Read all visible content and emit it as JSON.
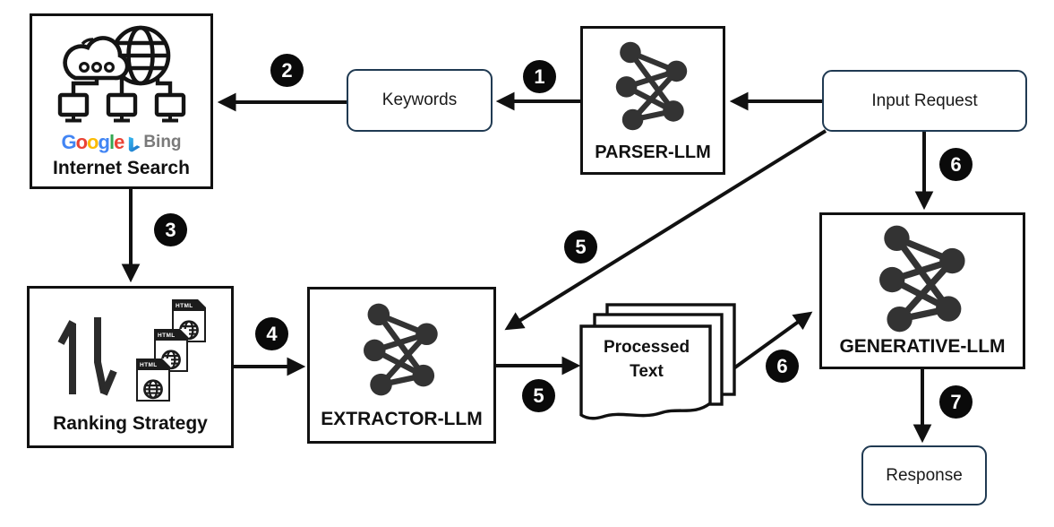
{
  "nodes": {
    "internet_search": {
      "label": "Internet Search",
      "google_letters": [
        {
          "ch": "G",
          "color": "#4285F4"
        },
        {
          "ch": "o",
          "color": "#EA4335"
        },
        {
          "ch": "o",
          "color": "#FBBC05"
        },
        {
          "ch": "g",
          "color": "#4285F4"
        },
        {
          "ch": "l",
          "color": "#34A853"
        },
        {
          "ch": "e",
          "color": "#EA4335"
        }
      ],
      "bing_label": "Bing"
    },
    "keywords": {
      "label": "Keywords"
    },
    "parser": {
      "label": "PARSER-LLM"
    },
    "input_request": {
      "label": "Input Request"
    },
    "ranking": {
      "label": "Ranking Strategy",
      "file_badge": "HTML"
    },
    "extractor": {
      "label": "EXTRACTOR-LLM"
    },
    "processed_text": {
      "line1": "Processed",
      "line2": "Text"
    },
    "generative": {
      "label": "GENERATIVE-LLM"
    },
    "response": {
      "label": "Response"
    }
  },
  "badges": {
    "b1": "1",
    "b2": "2",
    "b3": "3",
    "b4": "4",
    "b5a": "5",
    "b5b": "5",
    "b6a": "6",
    "b6b": "6",
    "b7": "7"
  },
  "edges": [
    {
      "step": "",
      "from": "Input Request",
      "to": "PARSER-LLM"
    },
    {
      "step": "1",
      "from": "PARSER-LLM",
      "to": "Keywords"
    },
    {
      "step": "2",
      "from": "Keywords",
      "to": "Internet Search"
    },
    {
      "step": "3",
      "from": "Internet Search",
      "to": "Ranking Strategy"
    },
    {
      "step": "4",
      "from": "Ranking Strategy",
      "to": "EXTRACTOR-LLM"
    },
    {
      "step": "5",
      "from": "Input Request",
      "to": "EXTRACTOR-LLM"
    },
    {
      "step": "5",
      "from": "EXTRACTOR-LLM",
      "to": "Processed Text"
    },
    {
      "step": "6",
      "from": "Input Request",
      "to": "GENERATIVE-LLM"
    },
    {
      "step": "6",
      "from": "Processed Text",
      "to": "GENERATIVE-LLM"
    },
    {
      "step": "7",
      "from": "GENERATIVE-LLM",
      "to": "Response"
    }
  ],
  "colors": {
    "rounded_box_border": "#203a52",
    "square_box_border": "#111111",
    "arrow": "#111111",
    "badge_bg": "#0a0a0a",
    "badge_text": "#ffffff",
    "nn_icon": "#333333",
    "bing_icon": "#1E88D2",
    "bing_text": "#7a7a7a"
  }
}
